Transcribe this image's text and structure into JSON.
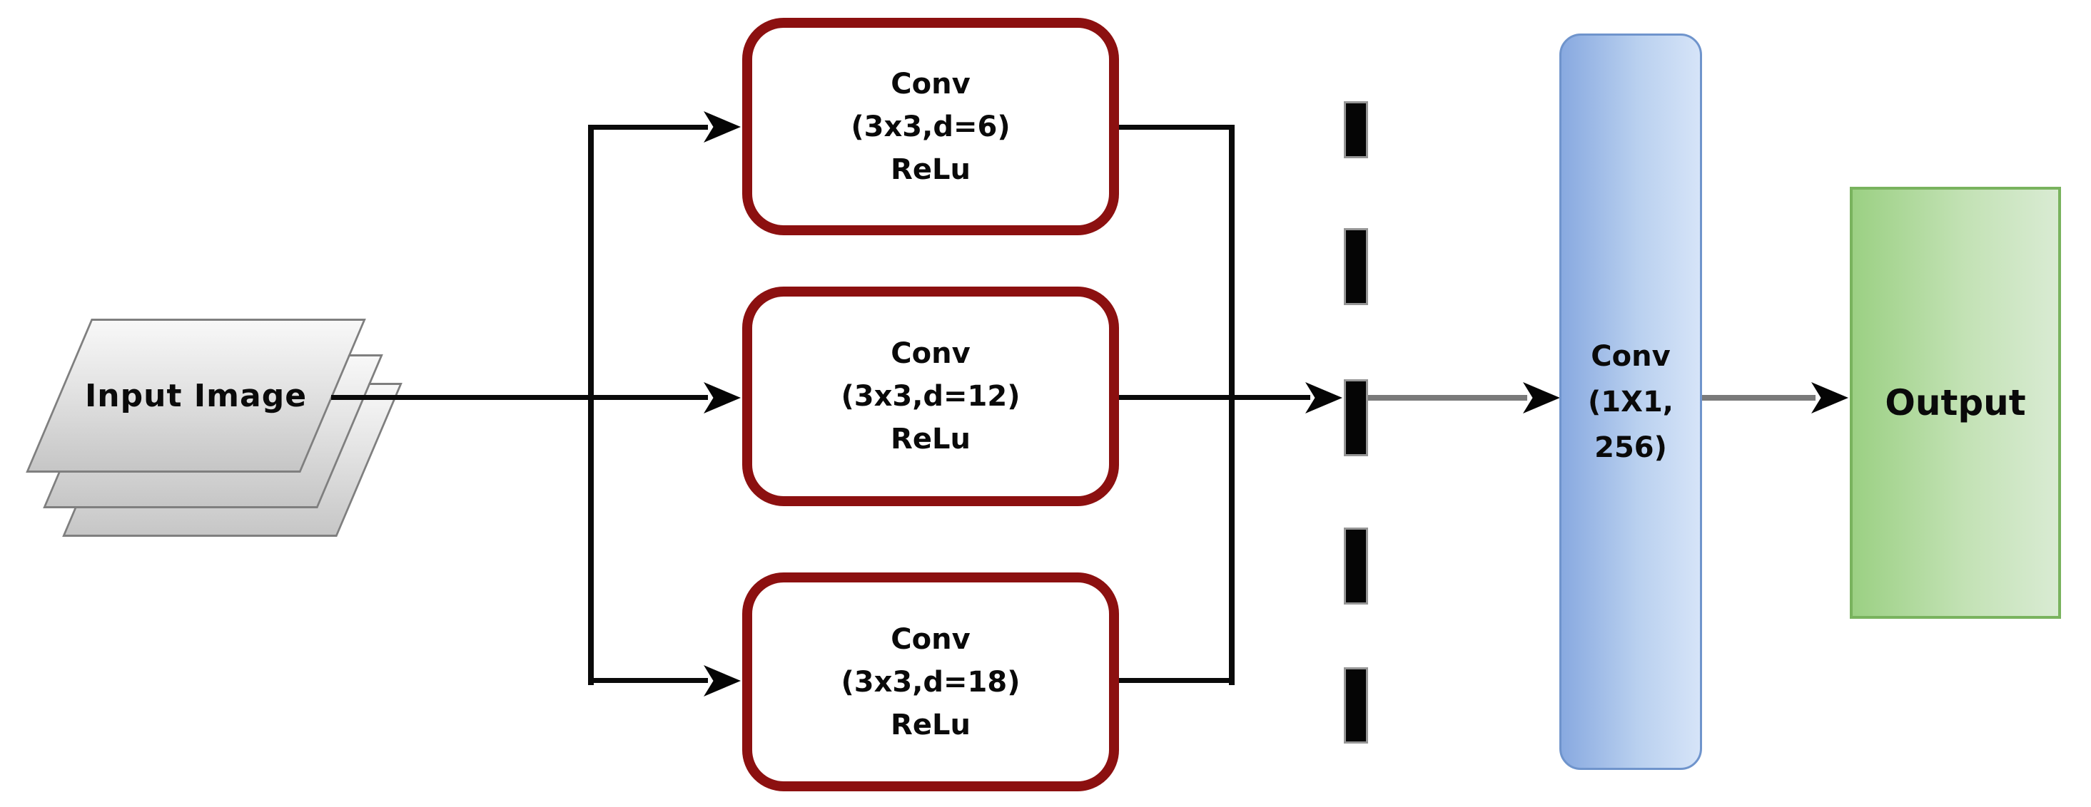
{
  "diagram": {
    "input": {
      "label": "Input Image"
    },
    "branches": [
      {
        "name": "Conv",
        "params": "(3x3,d=6)",
        "activation": "ReLu"
      },
      {
        "name": "Conv",
        "params": "(3x3,d=12)",
        "activation": "ReLu"
      },
      {
        "name": "Conv",
        "params": "(3x3,d=18)",
        "activation": "ReLu"
      }
    ],
    "projection": {
      "name": "Conv",
      "params_line1": "(1X1,",
      "params_line2": "256)"
    },
    "output": {
      "label": "Output"
    },
    "colors": {
      "conv_border_red": "#8c1010",
      "projection_fill_start": "#88a9e0",
      "projection_fill_end": "#d6e4f8",
      "projection_border": "#6f94cc",
      "output_fill_start": "#9bd083",
      "output_fill_end": "#d9ebd3",
      "output_border": "#79b35e",
      "input_sheet_fill_start": "#f8f8f8",
      "input_sheet_fill_end": "#c6c6c6",
      "input_sheet_border": "#7f7f7f",
      "connector_black": "#050505",
      "connector_gray": "#7a7a7a"
    }
  }
}
